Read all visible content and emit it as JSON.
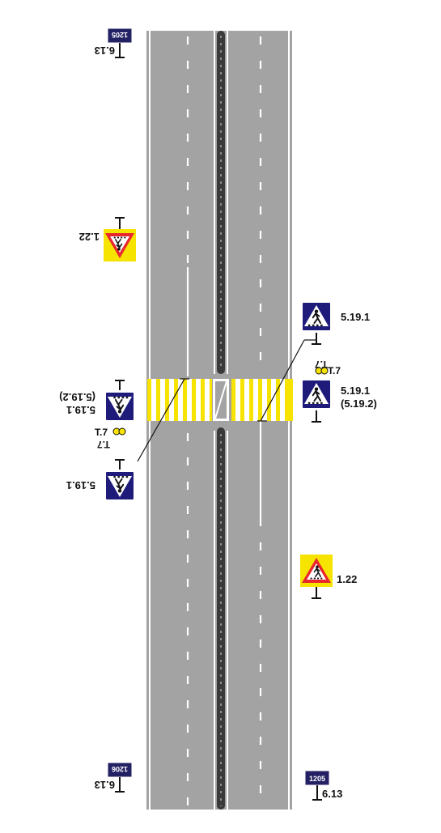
{
  "colors": {
    "road": "#a3a3a3",
    "marking": "#ffffff",
    "median": "#3a3a3a",
    "crossing_yellow": "#f7e300",
    "sign_blue": "#1e1b7a",
    "sign_yellow": "#f7e300",
    "sign_red": "#e8262e",
    "sign_plate": "#232063"
  },
  "signs": {
    "right_top_code": "5.19.1",
    "right_mid_code": "5.19.1",
    "right_mid_alt_code": "(5.19.2)",
    "right_light_code": "T.7",
    "right_light_code_mirror": "T.7",
    "right_warning_code": "1.22",
    "right_distance_code": "6.13",
    "right_distance_plate": "1205",
    "left_top_distance_code": "6.13",
    "left_top_distance_plate": "1205",
    "left_warning_code": "1.22",
    "left_mid_code": "5.19.1",
    "left_mid_alt_code": "(5.19.2)",
    "left_light_code": "T.7",
    "left_light_code_mirror": "T.7",
    "left_low_code": "5.19.1",
    "left_bottom_distance_code": "6.13",
    "left_bottom_distance_plate": "1206"
  }
}
